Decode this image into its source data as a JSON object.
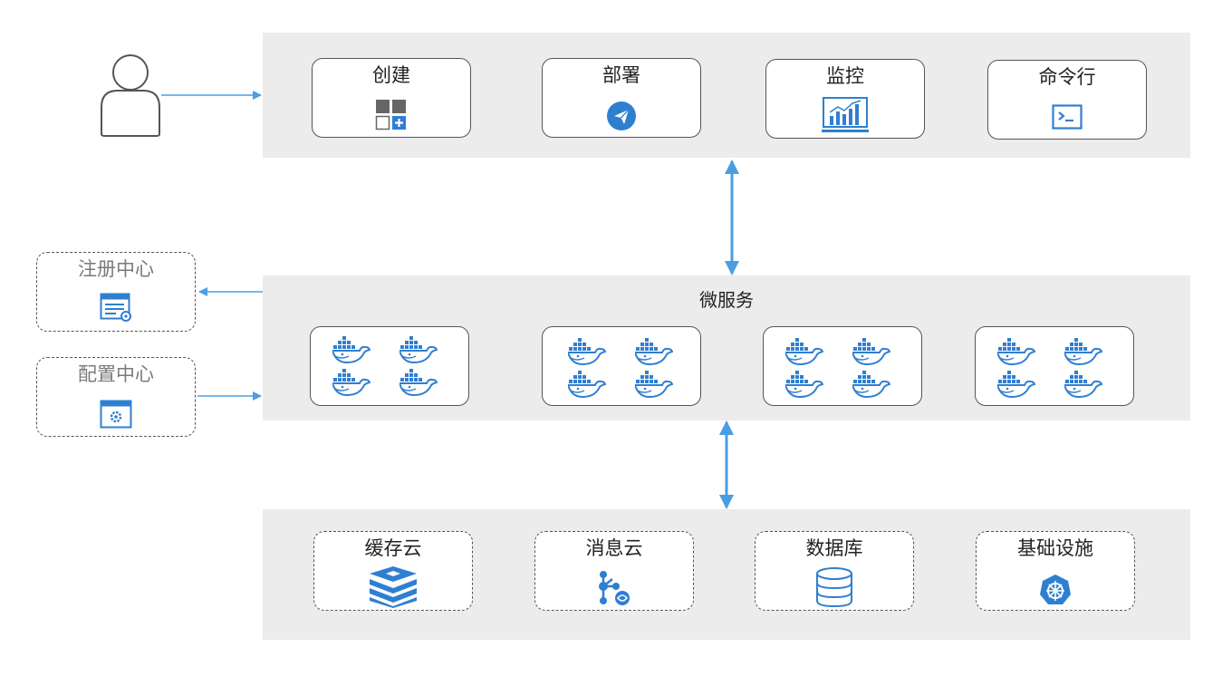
{
  "top_tools": [
    {
      "label": "创建",
      "icon": "create-grid-icon"
    },
    {
      "label": "部署",
      "icon": "deploy-send-icon"
    },
    {
      "label": "监控",
      "icon": "monitor-chart-icon"
    },
    {
      "label": "命令行",
      "icon": "terminal-icon"
    }
  ],
  "microservice": {
    "title": "微服务",
    "node_icon": "docker-whale-icon"
  },
  "side_services": [
    {
      "label": "注册中心",
      "icon": "registry-list-icon"
    },
    {
      "label": "配置中心",
      "icon": "config-window-icon"
    }
  ],
  "infrastructure": [
    {
      "label": "缓存云",
      "icon": "redis-stack-icon"
    },
    {
      "label": "消息云",
      "icon": "message-hub-icon"
    },
    {
      "label": "数据库",
      "icon": "database-icon"
    },
    {
      "label": "基础设施",
      "icon": "kubernetes-helm-icon"
    }
  ],
  "user": {
    "icon": "user-icon"
  },
  "colors": {
    "panel": "#ececec",
    "accent": "#4a9de2",
    "icon_blue": "#2f7fd1",
    "icon_gray": "#666666",
    "border": "#555555"
  }
}
